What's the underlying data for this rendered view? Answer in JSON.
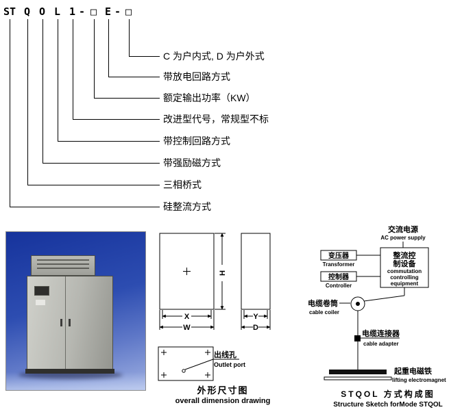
{
  "model_code": {
    "segments": [
      "ST",
      "Q",
      "O",
      "L",
      "1",
      "-",
      "□",
      "E",
      "-",
      "□"
    ],
    "labels": [
      "C 为户内式, D 为户外式",
      "带放电回路方式",
      "额定输出功率（KW）",
      "改进型代号，常规型不标",
      "带控制回路方式",
      "带强励磁方式",
      "三相桥式",
      "硅整流方式"
    ]
  },
  "dimension_drawing": {
    "h": "H",
    "x": "X",
    "w": "W",
    "y": "Y",
    "d": "D",
    "outlet_zh": "出线孔",
    "outlet_en": "Outlet port",
    "caption_zh": "外形尺寸图",
    "caption_en": "overall dimension drawing"
  },
  "structure_sketch": {
    "ac_zh": "交流电源",
    "ac_en": "AC power supply",
    "transformer_zh": "变压器",
    "transformer_en": "Transformer",
    "controller_zh": "控制器",
    "controller_en": "Controller",
    "rectifier_zh1": "整流控",
    "rectifier_zh2": "制设备",
    "rectifier_en1": "commutation",
    "rectifier_en2": "controlling",
    "rectifier_en3": "equipment",
    "coiler_zh": "电缆卷筒",
    "coiler_en": "cable coiler",
    "adapter_zh": "电缆连接器",
    "adapter_en": "cable adapter",
    "magnet_zh": "起重电磁铁",
    "magnet_en": "lifting electromagnet",
    "caption_zh": "STQOL 方式构成图",
    "caption_en": "Structure Sketch forMode STQOL"
  },
  "colors": {
    "page_bg": "#ffffff",
    "line": "#000000",
    "photo_bg_top": "#16339c",
    "photo_bg_bottom": "#9fb0e2",
    "cabinet_light": "#d0d1cb",
    "cabinet_dark": "#94958f"
  }
}
